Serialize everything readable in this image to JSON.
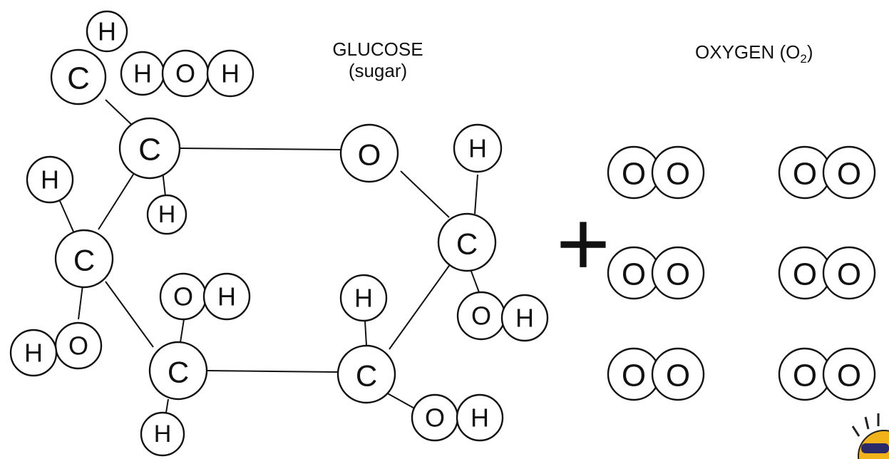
{
  "labels": {
    "glucose_title": "GLUCOSE",
    "glucose_subtitle": "(sugar)",
    "oxygen_title_main": "OXYGEN (O",
    "oxygen_title_sub": "2",
    "oxygen_title_close": ")",
    "plus": "+"
  },
  "glucose": {
    "ring_carbon_1": "C",
    "ring_oxygen": "O",
    "ring_carbon_2": "C",
    "ring_carbon_3": "C",
    "ring_carbon_4": "C",
    "ring_carbon_5": "C",
    "side_carbon": "C",
    "side_h_top": "H",
    "side_h": "H",
    "side_o": "O",
    "side_oh_h": "H",
    "c1_h": "H",
    "c2_h": "H",
    "c2_o": "O",
    "c2_oh_h": "H",
    "c3_h": "H",
    "c3_o": "O",
    "c3_oh_h": "H",
    "c4_h": "H",
    "c4_o": "O",
    "c4_oh_h": "H",
    "c5_h": "H",
    "c5_o": "O",
    "c5_oh_h": "H"
  },
  "oxygen_molecules": [
    [
      "O",
      "O"
    ],
    [
      "O",
      "O"
    ],
    [
      "O",
      "O"
    ],
    [
      "O",
      "O"
    ],
    [
      "O",
      "O"
    ],
    [
      "O",
      "O"
    ]
  ]
}
